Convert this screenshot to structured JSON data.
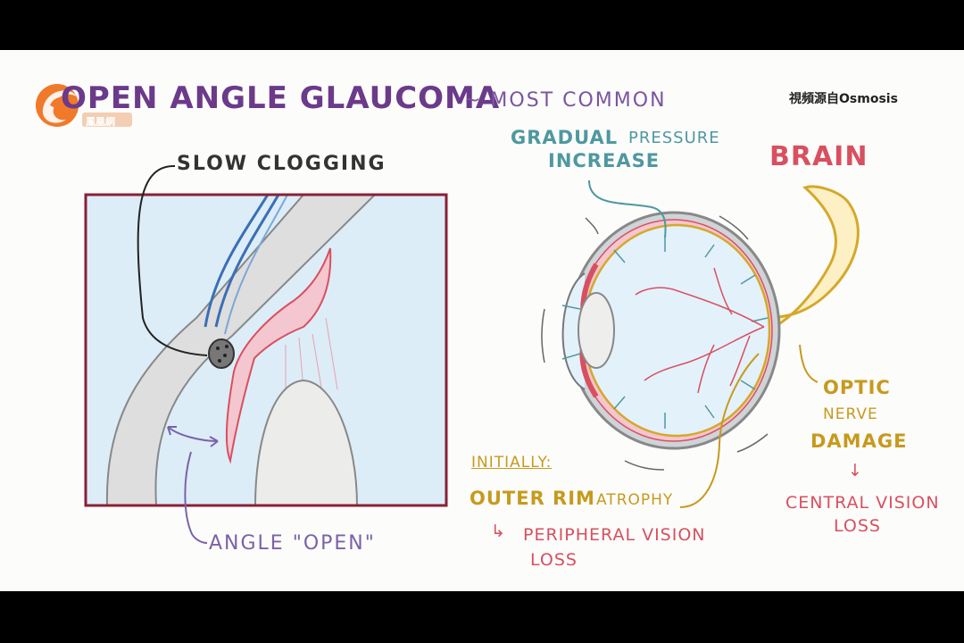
{
  "title": {
    "main": "OPEN ANGLE GLAUCOMA",
    "sub": "~ MOST COMMON"
  },
  "watermark": "視頻源自Osmosis",
  "logo": {
    "text": "鳳凰網",
    "icon": "phoenix-logo-icon"
  },
  "left_panel": {
    "slow_clogging": "SLOW CLOGGING",
    "angle_open": "ANGLE \"OPEN\""
  },
  "right_panel": {
    "pressure_1": "GRADUAL",
    "pressure_2": "PRESSURE",
    "pressure_3": "INCREASE",
    "brain": "BRAIN",
    "optic_1": "OPTIC",
    "optic_2": "NERVE",
    "optic_3": "DAMAGE",
    "down_arrow": "↓",
    "central_1": "CENTRAL VISION",
    "central_2": "LOSS",
    "initially": "INITIALLY:",
    "outer_rim_1": "OUTER RIM",
    "outer_rim_2": "ATROPHY",
    "peripheral_arrow": "↳",
    "peripheral_1": "PERIPHERAL VISION",
    "peripheral_2": "LOSS"
  },
  "colors": {
    "title": "#6b3a8a",
    "panel_border": "#8a2036",
    "teal": "#4f98a0",
    "red": "#d8505f",
    "gold": "#c79a1e",
    "purple": "#7b62a8",
    "pink": "#f4c6cf",
    "lightblue": "#ddeef8"
  }
}
